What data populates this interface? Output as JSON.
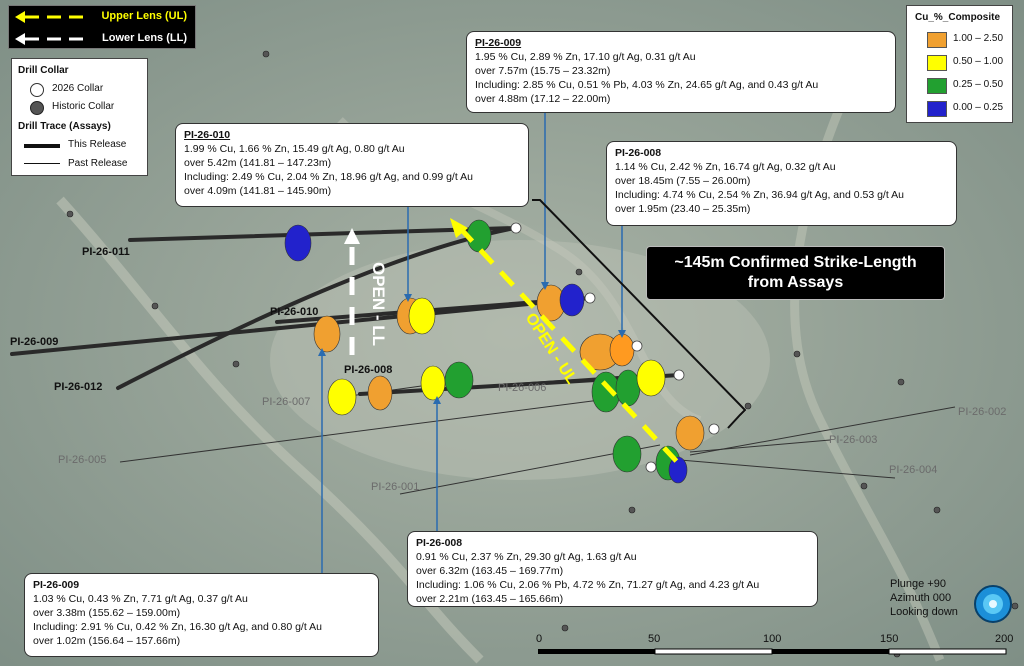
{
  "legend_lens": {
    "upper": "Upper Lens (UL)",
    "lower": "Lower Lens (LL)",
    "upper_color": "#ffff00",
    "lower_color": "#ffffff"
  },
  "legend_collar": {
    "title": "Drill Collar",
    "new_collar": "2026 Collar",
    "historic_collar": "Historic Collar",
    "trace_title": "Drill Trace (Assays)",
    "this_release": "This Release",
    "past_release": "Past Release"
  },
  "legend_cu": {
    "title": "Cu_%_Composite",
    "items": [
      {
        "range": "1.00 – 2.50",
        "color": "#f0a030"
      },
      {
        "range": "0.50 – 1.00",
        "color": "#ffff00"
      },
      {
        "range": "0.25 – 0.50",
        "color": "#22a030"
      },
      {
        "range": "0.00 – 0.25",
        "color": "#2222cc"
      }
    ]
  },
  "callouts": {
    "pi009_top": {
      "hole": "PI-26-009",
      "l1": "1.95 % Cu, 2.89 % Zn, 17.10 g/t Ag, 0.31 g/t Au",
      "l2": "over 7.57m (15.75 – 23.32m)",
      "l3": "Including: 2.85 % Cu, 0.51 % Pb, 4.03 % Zn, 24.65 g/t Ag, and 0.43 g/t Au",
      "l4": "over 4.88m (17.12 – 22.00m)"
    },
    "pi010": {
      "hole": "PI-26-010",
      "l1": "1.99 % Cu, 1.66 % Zn, 15.49 g/t Ag, 0.80 g/t Au",
      "l2": "over 5.42m (141.81 – 147.23m)",
      "l3": "Including: 2.49 % Cu, 2.04 % Zn, 18.96 g/t Ag, and 0.99 g/t Au",
      "l4": "over 4.09m (141.81 – 145.90m)"
    },
    "pi008_top": {
      "hole": "PI-26-008",
      "l1": "1.14 % Cu, 2.42 % Zn, 16.74 g/t Ag, 0.32 g/t Au",
      "l2": "over 18.45m (7.55 – 26.00m)",
      "l3": "Including: 4.74 % Cu, 2.54 % Zn, 36.94 g/t Ag, and 0.53 g/t Au",
      "l4": "over 1.95m (23.40 – 25.35m)"
    },
    "pi009_bottom": {
      "hole": "PI-26-009",
      "l1": "1.03 % Cu, 0.43 % Zn, 7.71 g/t Ag, 0.37 g/t Au",
      "l2": "over 3.38m (155.62 – 159.00m)",
      "l3": "Including: 2.91 % Cu, 0.42 % Zn, 16.30 g/t Ag, and 0.80 g/t Au",
      "l4": "over 1.02m (156.64 – 157.66m)"
    },
    "pi008_bottom": {
      "hole": "PI-26-008",
      "l1": "0.91 % Cu, 2.37 % Zn, 29.30 g/t Ag, 1.63 g/t Au",
      "l2": "over 6.32m (163.45 – 169.77m)",
      "l3": "Including: 1.06 % Cu, 2.06 % Pb, 4.72 % Zn, 71.27 g/t Ag, and 4.23 g/t Au",
      "l4": "over 2.21m (163.45 – 165.66m)"
    }
  },
  "strike_box": {
    "line1": "~145m Confirmed Strike-Length",
    "line2": "from Assays"
  },
  "hole_labels": {
    "pi011": "PI-26-011",
    "pi010": "PI-26-010",
    "pi009": "PI-26-009",
    "pi012": "PI-26-012",
    "pi008": "PI-26-008"
  },
  "past_labels": {
    "pi007": "PI-26-007",
    "pi006": "PI-26-006",
    "pi005": "PI-26-005",
    "pi001": "PI-26-001",
    "pi002": "PI-26-002",
    "pi003": "PI-26-003",
    "pi004": "PI-26-004"
  },
  "open_labels": {
    "ll": "OPEN - LL",
    "ul": "OPEN - UL"
  },
  "view": {
    "plunge": "Plunge +90",
    "azimuth": "Azimuth 000",
    "looking": "Looking down"
  },
  "scale_bar": {
    "ticks": [
      "0",
      "50",
      "100",
      "150",
      "200"
    ]
  }
}
